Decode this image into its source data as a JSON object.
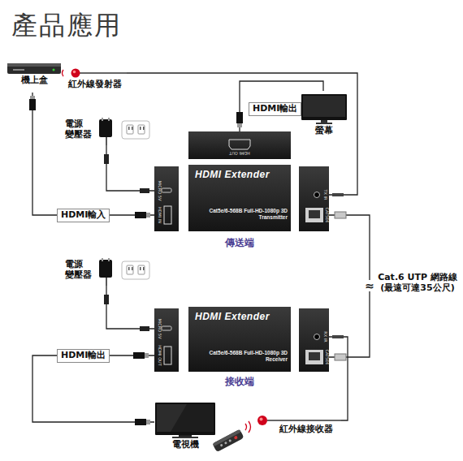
{
  "diagram": {
    "title": "產品應用",
    "nodes": [
      {
        "text": [
          "機上盒"
        ]
      },
      {
        "text": [
          "紅外線發射器"
        ]
      },
      {
        "text": [
          "螢幕"
        ]
      },
      {
        "text": [
          "電源 變壓器"
        ]
      },
      {
        "text": [
          "HDMI Extender",
          "Cat5e/6-568B Full-HD-1080p 3D Transmitter",
          "傳送端"
        ]
      },
      {
        "text": [
          "電源 變壓器"
        ]
      },
      {
        "text": [
          "HDMI Extender",
          "Cat5e/6-568B Full-HD-1080p 3D Receiver",
          "接收端"
        ]
      },
      {
        "text": [
          "電視機"
        ]
      },
      {
        "text": [
          "紅外線接收器"
        ]
      }
    ],
    "edges": [
      {
        "from": 0,
        "to": 4,
        "label": "HDMI輸入",
        "arrow": "none"
      },
      {
        "from": 1,
        "to": 4,
        "arrow": "none"
      },
      {
        "from": 4,
        "to": 2,
        "label": "HDMI輸出",
        "arrow": "none"
      },
      {
        "from": 3,
        "to": 4,
        "arrow": "none"
      },
      {
        "from": 4,
        "to": 6,
        "label": "Cat.6 UTP 網路線 (最遠可達35公尺)",
        "arrow": "none"
      },
      {
        "from": 5,
        "to": 6,
        "arrow": "none"
      },
      {
        "from": 6,
        "to": 7,
        "label": "HDMI輸出",
        "arrow": "none"
      },
      {
        "from": 8,
        "to": 6,
        "arrow": "none"
      }
    ],
    "labels": [
      "MICRO 5V",
      "HDMI IN",
      "HDMI OUT",
      "TX IR",
      "CAT5E6",
      "MICRO 5V",
      "HDMI OUT",
      "RX IR",
      "CAT5E6",
      "≈"
    ]
  }
}
